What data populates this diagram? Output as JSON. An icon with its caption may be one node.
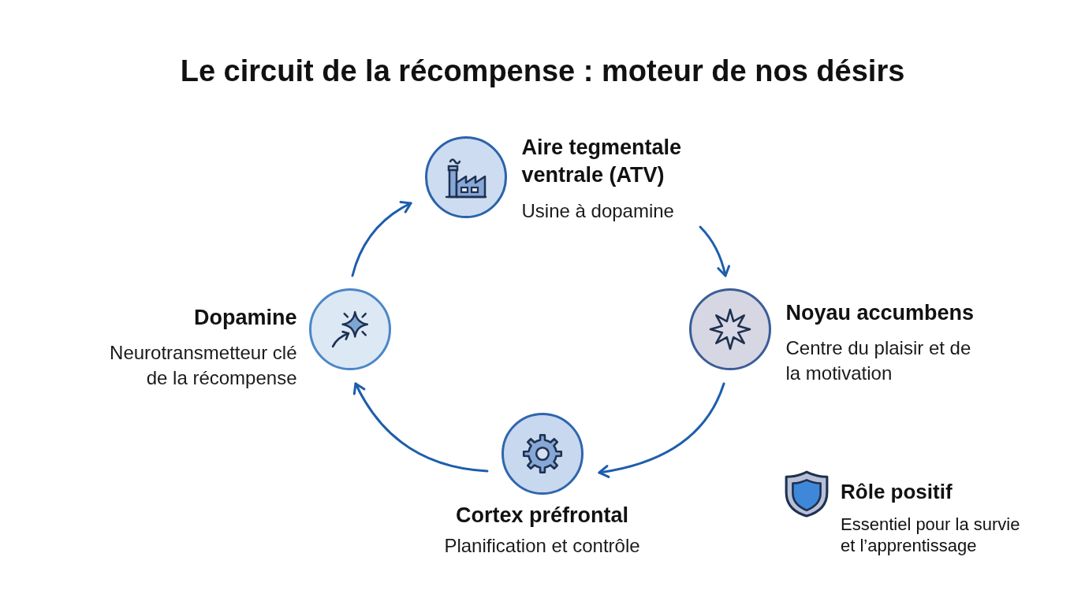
{
  "diagram": {
    "title": "Le circuit de la récompense : moteur de nos désirs",
    "nodes": [
      {
        "text": [
          "Aire tegmentale ventrale (ATV)",
          "Usine à dopamine"
        ]
      },
      {
        "text": [
          "Noyau accumbens",
          "Centre du plaisir et de la motivation"
        ]
      },
      {
        "text": [
          "Cortex préfrontal",
          "Planification et contrôle"
        ]
      },
      {
        "text": [
          "Dopamine",
          "Neurotransmetteur clé de la récompense"
        ]
      }
    ],
    "edges": [
      {
        "from": 0,
        "to": 1,
        "arrow": "to"
      },
      {
        "from": 1,
        "to": 2,
        "arrow": "to"
      },
      {
        "from": 2,
        "to": 3,
        "arrow": "to"
      },
      {
        "from": 3,
        "to": 0,
        "arrow": "to"
      }
    ],
    "labels": [
      "Rôle positif",
      "Essentiel pour la survie et l’apprentissage"
    ]
  }
}
